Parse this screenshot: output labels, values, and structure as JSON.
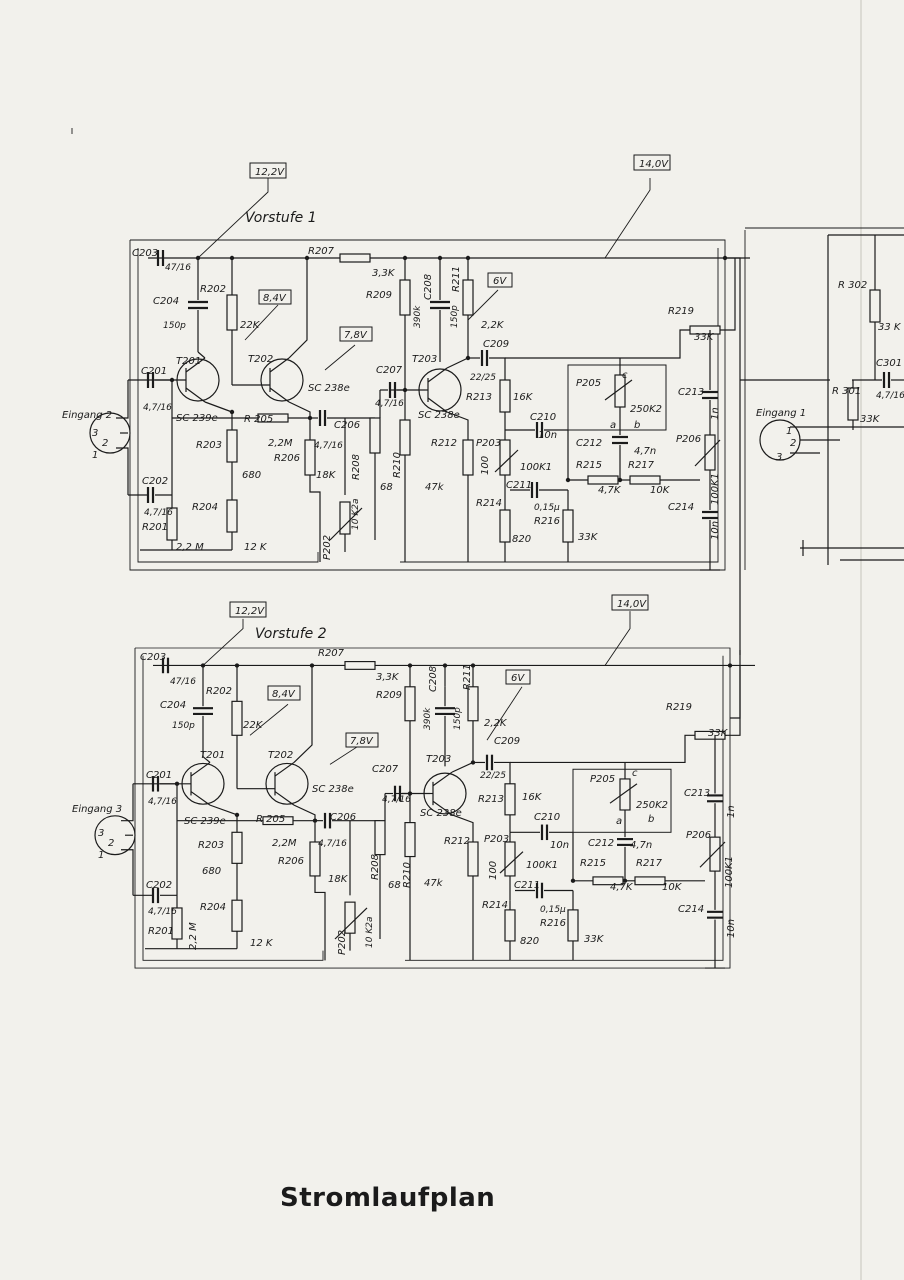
{
  "title": "Stromlaufplan",
  "stage1": {
    "name": "Vorstufe 1",
    "supply_left": "12,2V",
    "supply_right": "14,0V",
    "v_t201": "8,4V",
    "v_t202": "7,8V",
    "v_t203": "6V",
    "input_label": "Eingang 2",
    "pins": [
      "3",
      "2",
      "1"
    ],
    "labels": {
      "C203": "C203",
      "C203v": "47/16",
      "R207": "R207",
      "R207v": "3,3K",
      "C204": "C204",
      "C204v": "150p",
      "R202": "R202",
      "R202v": "22K",
      "T201": "T201",
      "T201t": "SC 239e",
      "T202": "T202",
      "T202t": "SC 238e",
      "C201": "C201",
      "C201v": "4,7/16",
      "R205": "R 205",
      "R205v": "2,2M",
      "C206": "C206",
      "C206v": "4,7/16",
      "R203": "R203",
      "R203v": "680",
      "R206": "R206",
      "R206v": "18K",
      "C202": "C202",
      "C202v": "4,7/16",
      "R201": "R201",
      "R201v": "2,2 M",
      "R204": "R204",
      "R204v": "12 K",
      "P202": "P202",
      "P202v": "10 K2a",
      "R208": "R208",
      "R208v": "68",
      "R210": "R210",
      "R210v": "47k",
      "R209": "R209",
      "R209v": "390k",
      "C208": "C208",
      "C208v": "150p",
      "R211": "R211",
      "R211v": "2,2K",
      "C207": "C207",
      "C207v": "4,7/16",
      "T203": "T203",
      "T203t": "SC 238e",
      "C209": "C209",
      "C209v": "22/25",
      "R213": "R213",
      "R213v": "16K",
      "C210": "C210",
      "C210v": "10n",
      "R212": "R212",
      "R212v": "100",
      "P203": "P203",
      "P203v": "100K1",
      "C211": "C211",
      "C211v": "0,15µ",
      "R214": "R214",
      "R214v": "820",
      "R216": "R216",
      "R216v": "33K",
      "P205": "P205",
      "P205v": "250K2",
      "C212": "C212",
      "C212v": "4,7n",
      "R215": "R215",
      "R215v": "4,7K",
      "R217": "R217",
      "R217v": "10K",
      "R219": "R219",
      "R219v": "33K",
      "C213": "C213",
      "C213v": "1n",
      "P206": "P206",
      "P206v": "100K1",
      "C214": "C214",
      "C214v": "10n",
      "pa": "a",
      "pb": "b",
      "pc": "c"
    }
  },
  "stage2": {
    "name": "Vorstufe 2",
    "supply_left": "12,2V",
    "supply_right": "14,0V",
    "v_t201": "8,4V",
    "v_t202": "7,8V",
    "v_t203": "6V",
    "input_label": "Eingang 3",
    "pins": [
      "3",
      "2",
      "1"
    ]
  },
  "right_fragment": {
    "input_label": "Eingang 1",
    "pins": [
      "1",
      "2",
      "3"
    ],
    "R302": "R 302",
    "R302v": "33 K",
    "C301": "C301",
    "C301v": "4,7/16",
    "R301": "R 301",
    "R301v": "33K"
  }
}
